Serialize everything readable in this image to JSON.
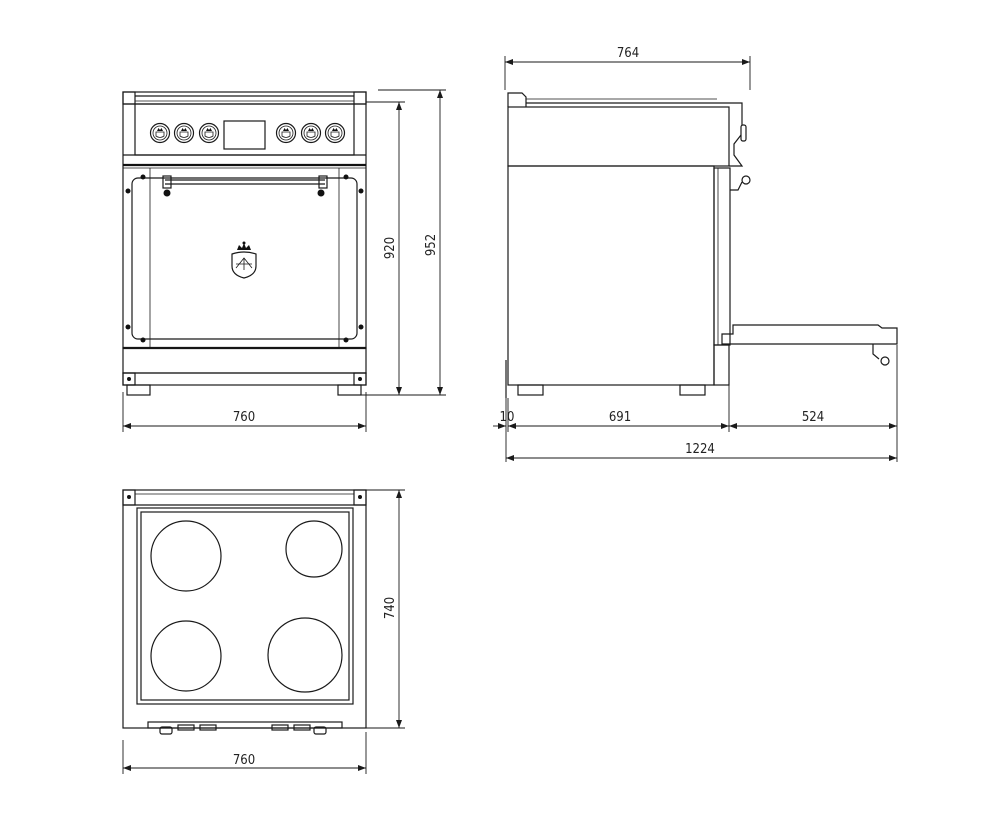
{
  "drawing": {
    "front_view": {
      "width_label": "760",
      "height_label": "920",
      "total_height_label": "952"
    },
    "side_view": {
      "depth_top_label": "764",
      "offset_label": "10",
      "body_depth_label": "691",
      "door_open_label": "524",
      "total_depth_label": "1224"
    },
    "top_view": {
      "depth_label": "740",
      "width_label": "760",
      "burner_count": 4
    },
    "knob_count": 6,
    "line_color": "#1a1a1a"
  }
}
